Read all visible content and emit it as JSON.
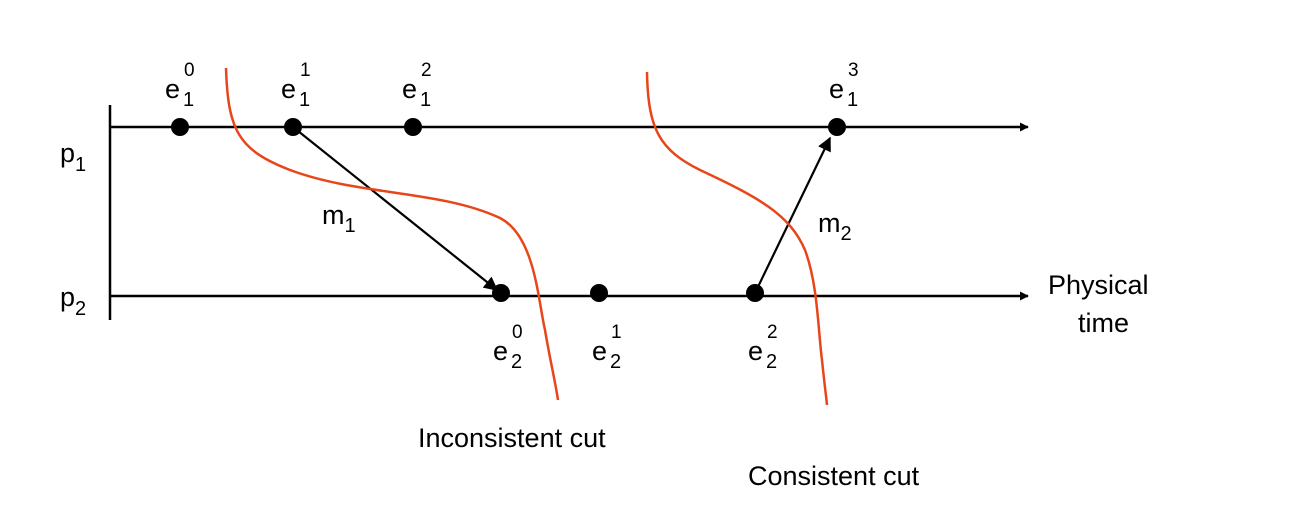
{
  "processes": {
    "p1": {
      "name": "p",
      "sub": "1"
    },
    "p2": {
      "name": "p",
      "sub": "2"
    }
  },
  "events": {
    "e10": {
      "base": "e",
      "sub": "1",
      "sup": "0"
    },
    "e11": {
      "base": "e",
      "sub": "1",
      "sup": "1"
    },
    "e12": {
      "base": "e",
      "sub": "1",
      "sup": "2"
    },
    "e13": {
      "base": "e",
      "sub": "1",
      "sup": "3"
    },
    "e20": {
      "base": "e",
      "sub": "2",
      "sup": "0"
    },
    "e21": {
      "base": "e",
      "sub": "2",
      "sup": "1"
    },
    "e22": {
      "base": "e",
      "sub": "2",
      "sup": "2"
    }
  },
  "messages": {
    "m1": {
      "base": "m",
      "sub": "1"
    },
    "m2": {
      "base": "m",
      "sub": "2"
    }
  },
  "axis_label": {
    "line1": "Physical",
    "line2": "time"
  },
  "cuts": {
    "inconsistent": "Inconsistent cut",
    "consistent": "Consistent cut"
  },
  "colors": {
    "cut": "#e8461a",
    "line": "#000000"
  }
}
